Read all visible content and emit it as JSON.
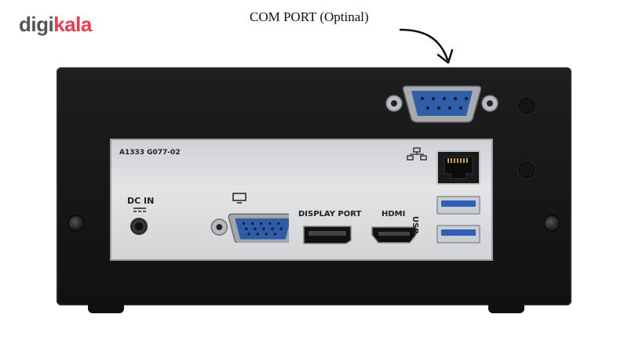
{
  "brand": {
    "part1": "digi",
    "part2": "kala",
    "color_main": "#555555",
    "color_accent": "#ef394e"
  },
  "caption": {
    "text": "COM PORT (Optinal)"
  },
  "panel": {
    "model_text": "A1333   G077-02",
    "dc_label": "DC IN",
    "dp_label": "DISPLAY PORT",
    "hdmi_label": "HDMI",
    "usb_label": "USB"
  },
  "icons": [
    "arrow-icon",
    "com-port-icon",
    "vga-icon",
    "network-icon",
    "screw-icon"
  ]
}
